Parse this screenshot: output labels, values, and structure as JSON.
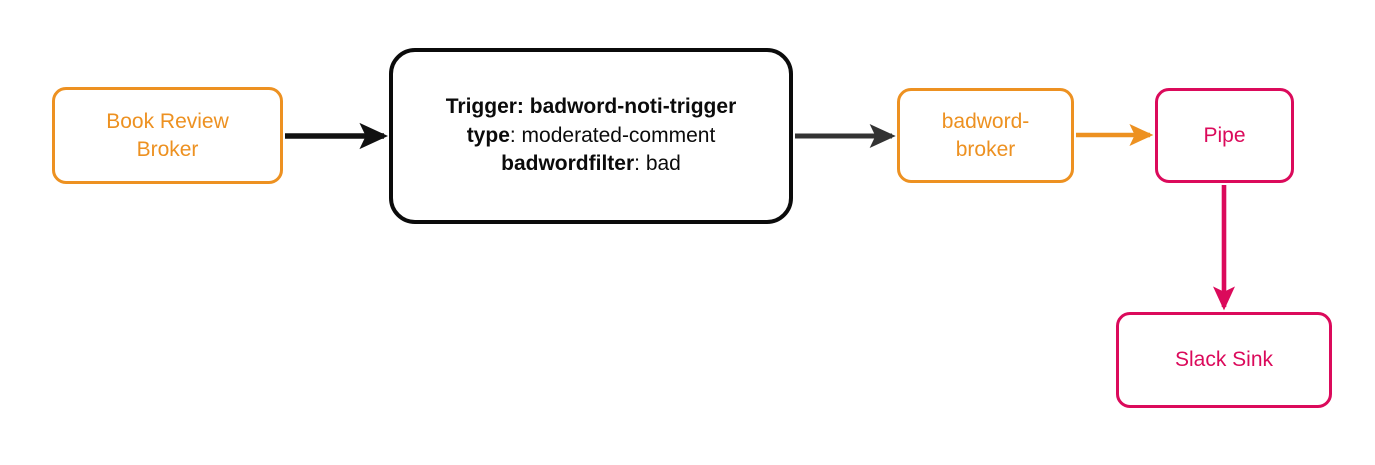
{
  "diagram": {
    "type": "flow-diagram",
    "orientation": "left-to-right",
    "background": "#ffffff",
    "colors": {
      "orange": "#ED9121",
      "black": "#0b0b0b",
      "pink": "#DB0A5B",
      "edge_dark": "#111111",
      "edge_gray": "#333333"
    }
  },
  "nodes": {
    "book_review_broker": {
      "label": "Book Review\nBroker",
      "color": "#ED9121",
      "shape": "rounded-rectangle"
    },
    "trigger": {
      "color": "#0b0b0b",
      "shape": "rounded-rectangle",
      "lines": [
        {
          "key": "Trigger:",
          "value": "badword-noti-trigger",
          "all_bold": true
        },
        {
          "key": "type",
          "separator": ": ",
          "value": "moderated-comment",
          "all_bold": false
        },
        {
          "key": "badwordfilter",
          "separator": ": ",
          "value": "bad",
          "all_bold": false
        }
      ]
    },
    "badword_broker": {
      "label": "badword-\nbroker",
      "color": "#ED9121",
      "shape": "rounded-rectangle"
    },
    "pipe": {
      "label": "Pipe",
      "color": "#DB0A5B",
      "shape": "rounded-rectangle"
    },
    "slack_sink": {
      "label": "Slack Sink",
      "color": "#DB0A5B",
      "shape": "rounded-rectangle"
    }
  },
  "edges": [
    {
      "id": "edge-broker-to-trigger",
      "from": "book_review_broker",
      "to": "trigger",
      "color": "#111111",
      "direction": "right"
    },
    {
      "id": "edge-trigger-to-badword",
      "from": "trigger",
      "to": "badword_broker",
      "color": "#333333",
      "direction": "right"
    },
    {
      "id": "edge-badword-to-pipe",
      "from": "badword_broker",
      "to": "pipe",
      "color": "#ED9121",
      "direction": "right"
    },
    {
      "id": "edge-pipe-to-slack",
      "from": "pipe",
      "to": "slack_sink",
      "color": "#DB0A5B",
      "direction": "down"
    }
  ]
}
